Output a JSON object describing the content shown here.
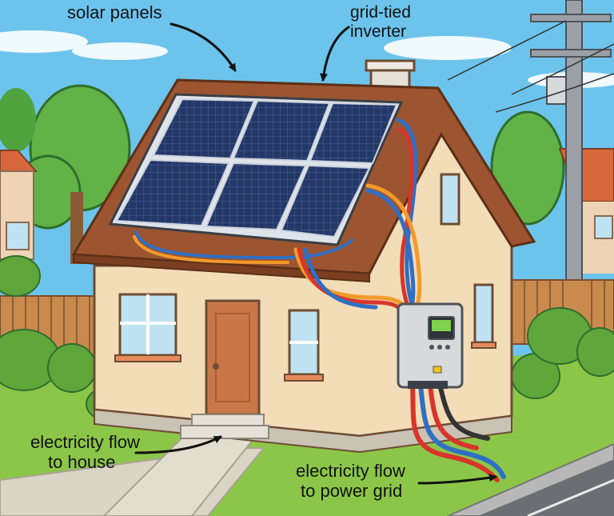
{
  "labels": {
    "solar_panels": "solar panels",
    "inverter_line1": "grid-tied",
    "inverter_line2": "inverter",
    "house_line1": "electricity flow",
    "house_line2": "to house",
    "grid_line1": "electricity flow",
    "grid_line2": "to power grid"
  },
  "colors": {
    "sky": "#6cc4ec",
    "roof": "#9c5530",
    "wall": "#f3dcb8",
    "door": "#c9774a",
    "panel": "#243868",
    "inverter": "#d8d9db",
    "wire_red": "#d9342b",
    "wire_blue": "#2f6fc4",
    "wire_orange": "#f39a2b",
    "grass": "#8cc648"
  }
}
